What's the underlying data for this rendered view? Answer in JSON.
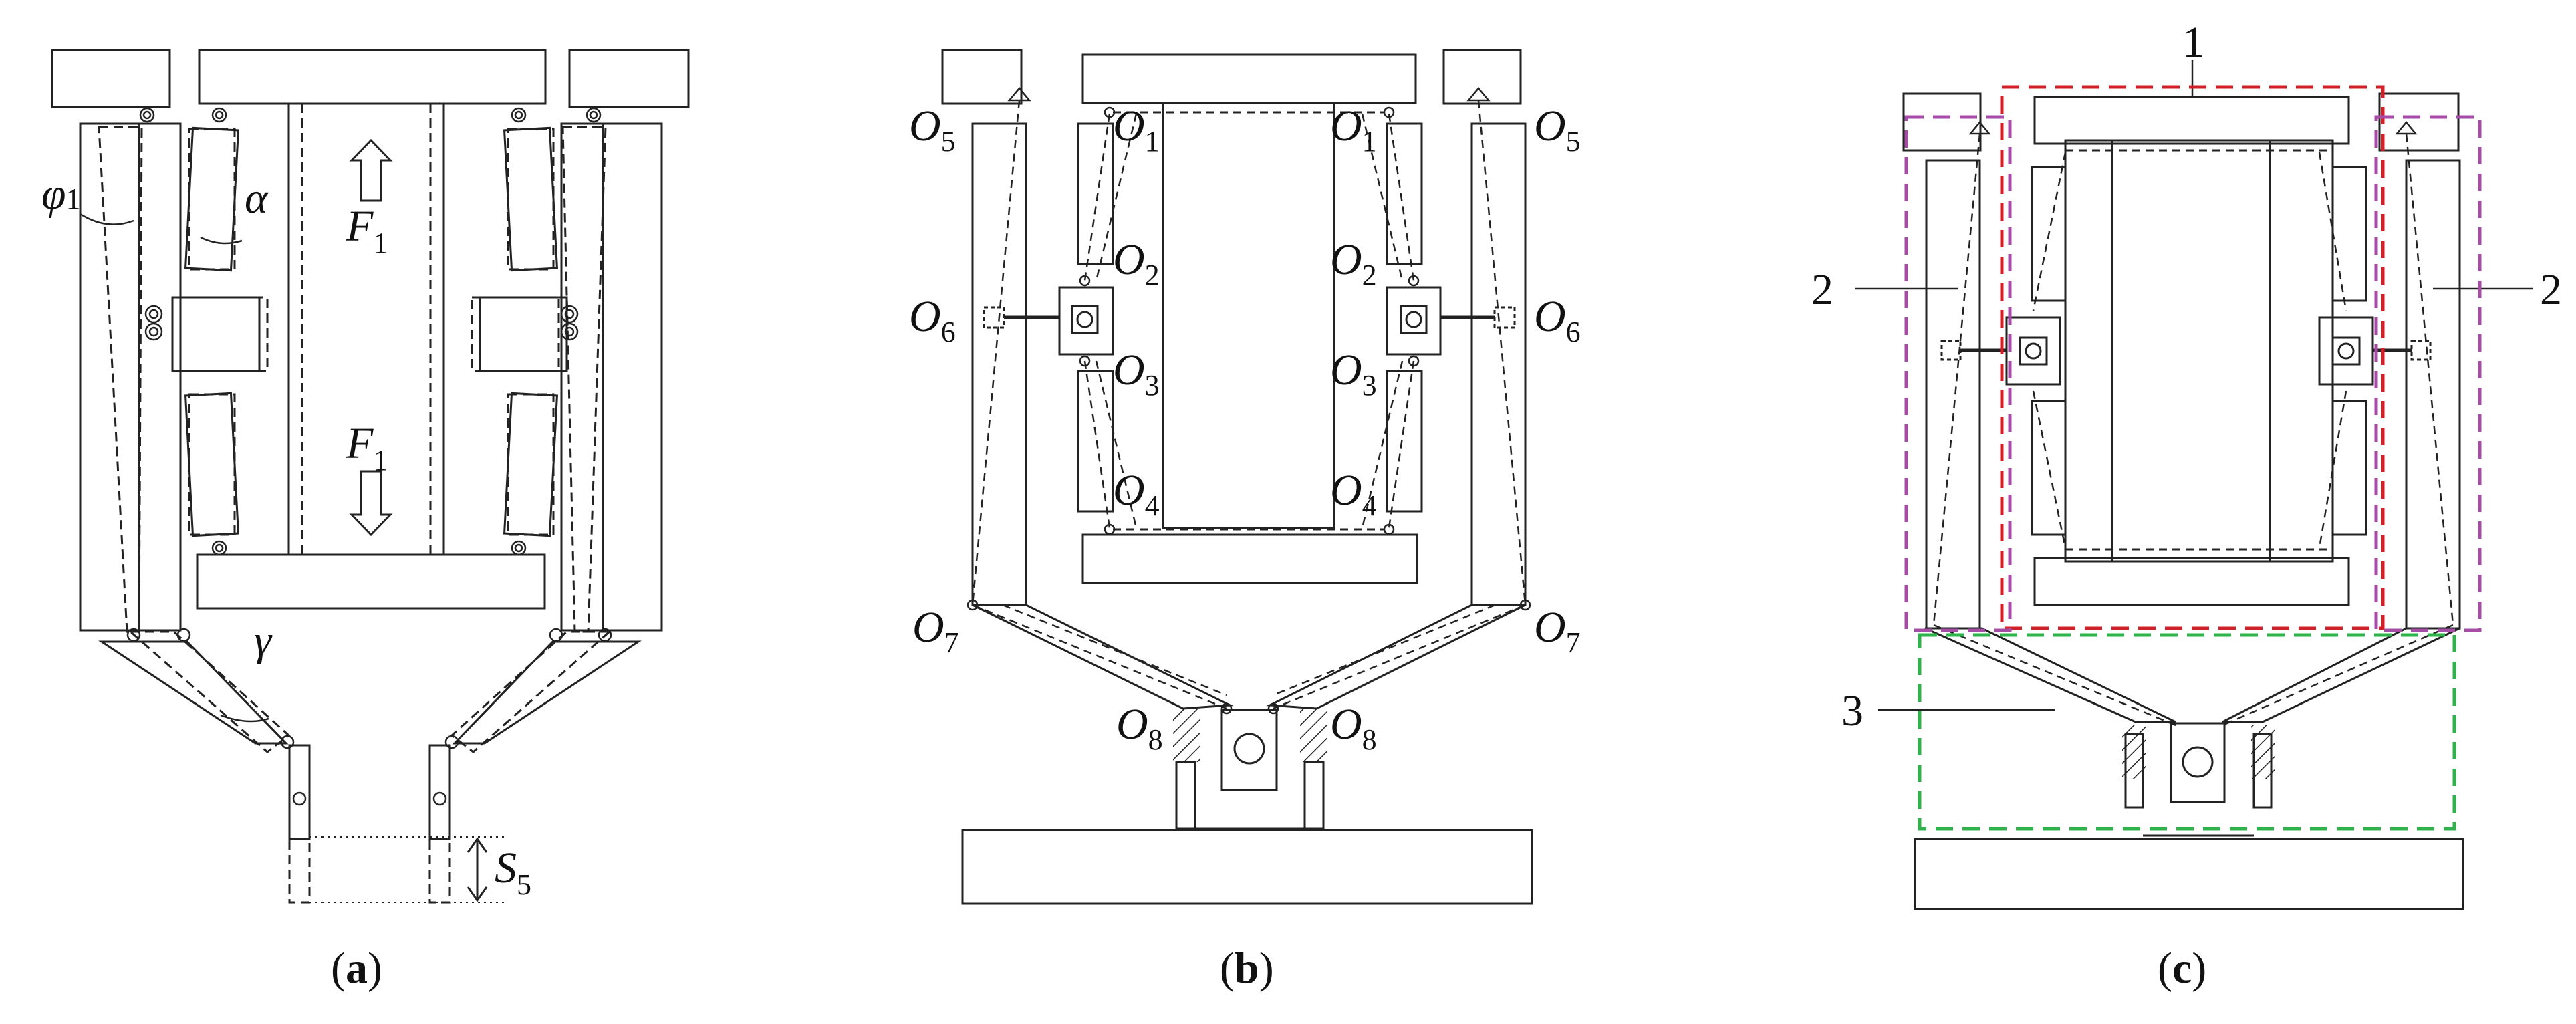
{
  "panels": {
    "a": {
      "caption_open": "(",
      "caption_letter": "a",
      "caption_close": ")",
      "labels": {
        "phi": "φ",
        "phi_sub": "1",
        "alpha": "α",
        "gamma": "γ",
        "force_top": "F",
        "force_top_sub": "1",
        "force_bottom": "F",
        "force_bottom_sub": "1",
        "stroke": "S",
        "stroke_sub": "5"
      }
    },
    "b": {
      "caption_open": "(",
      "caption_letter": "b",
      "caption_close": ")",
      "joints": [
        {
          "key": "O1L",
          "name": "O",
          "sub": "1"
        },
        {
          "key": "O1R",
          "name": "O",
          "sub": "1"
        },
        {
          "key": "O2L",
          "name": "O",
          "sub": "2"
        },
        {
          "key": "O2R",
          "name": "O",
          "sub": "2"
        },
        {
          "key": "O3L",
          "name": "O",
          "sub": "3"
        },
        {
          "key": "O3R",
          "name": "O",
          "sub": "3"
        },
        {
          "key": "O4L",
          "name": "O",
          "sub": "4"
        },
        {
          "key": "O4R",
          "name": "O",
          "sub": "4"
        },
        {
          "key": "O5L",
          "name": "O",
          "sub": "5"
        },
        {
          "key": "O5R",
          "name": "O",
          "sub": "5"
        },
        {
          "key": "O6L",
          "name": "O",
          "sub": "6"
        },
        {
          "key": "O6R",
          "name": "O",
          "sub": "6"
        },
        {
          "key": "O7L",
          "name": "O",
          "sub": "7"
        },
        {
          "key": "O7R",
          "name": "O",
          "sub": "7"
        },
        {
          "key": "O8L",
          "name": "O",
          "sub": "8"
        },
        {
          "key": "O8R",
          "name": "O",
          "sub": "8"
        }
      ]
    },
    "c": {
      "caption_open": "(",
      "caption_letter": "c",
      "caption_close": ")",
      "callouts": {
        "one": "1",
        "two_left": "2",
        "two_right": "2",
        "three": "3"
      }
    }
  },
  "colors": {
    "line": "#222222",
    "module1": "#d0202a",
    "module2": "#a64ca6",
    "module3": "#2fb34a"
  }
}
